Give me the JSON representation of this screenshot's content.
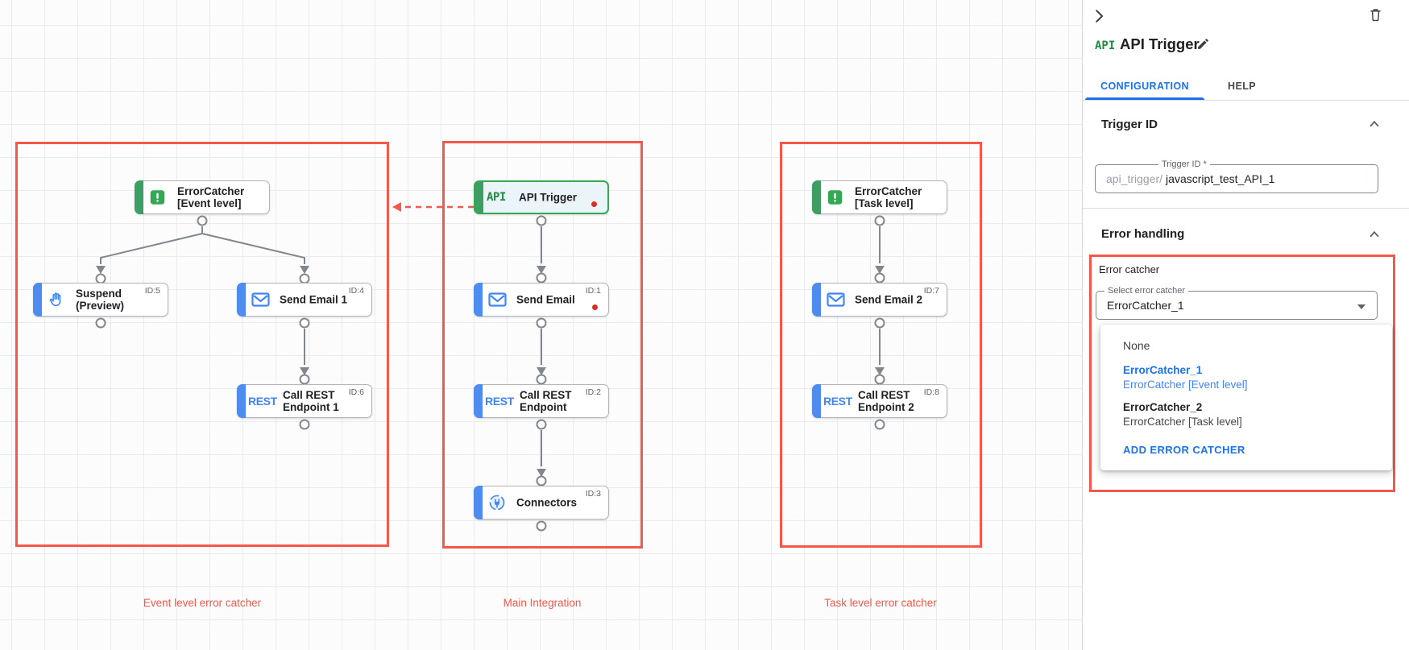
{
  "canvas": {
    "rest_label": "REST",
    "groups": [
      {
        "label": "Event level error catcher"
      },
      {
        "label": "Main Integration"
      },
      {
        "label": "Task level error catcher"
      }
    ],
    "nodes": {
      "ec_event": {
        "l1": "ErrorCatcher",
        "l2": "[Event level]"
      },
      "suspend": {
        "l1": "Suspend",
        "l2": "(Preview)",
        "id": "ID:5"
      },
      "send_email_1": {
        "l1": "Send Email 1",
        "id": "ID:4"
      },
      "call_rest_1": {
        "l1": "Call REST",
        "l2": "Endpoint 1",
        "id": "ID:6"
      },
      "api_trigger": {
        "badge": "API",
        "l1": "API Trigger"
      },
      "send_email": {
        "l1": "Send Email",
        "id": "ID:1"
      },
      "call_rest": {
        "l1": "Call REST",
        "l2": "Endpoint",
        "id": "ID:2"
      },
      "connectors": {
        "l1": "Connectors",
        "id": "ID:3"
      },
      "ec_task": {
        "l1": "ErrorCatcher",
        "l2": "[Task level]"
      },
      "send_email_2": {
        "l1": "Send Email 2",
        "id": "ID:7"
      },
      "call_rest_2": {
        "l1": "Call REST",
        "l2": "Endpoint 2",
        "id": "ID:8"
      }
    }
  },
  "panel": {
    "badge": "API",
    "title": "API Trigger",
    "tabs": [
      {
        "label": "CONFIGURATION"
      },
      {
        "label": "HELP"
      }
    ],
    "trigger_id": {
      "heading": "Trigger ID",
      "field_label": "Trigger ID *",
      "prefix": "api_trigger/",
      "value": "javascript_test_API_1"
    },
    "error_handling": {
      "heading": "Error handling",
      "group_label": "Error catcher",
      "select_label": "Select error catcher",
      "select_value": "ErrorCatcher_1",
      "dropdown": {
        "none_label": "None",
        "options": [
          {
            "name": "ErrorCatcher_1",
            "desc": "ErrorCatcher [Event level]"
          },
          {
            "name": "ErrorCatcher_2",
            "desc": "ErrorCatcher [Task level]"
          }
        ],
        "add_label": "ADD ERROR CATCHER"
      }
    }
  }
}
